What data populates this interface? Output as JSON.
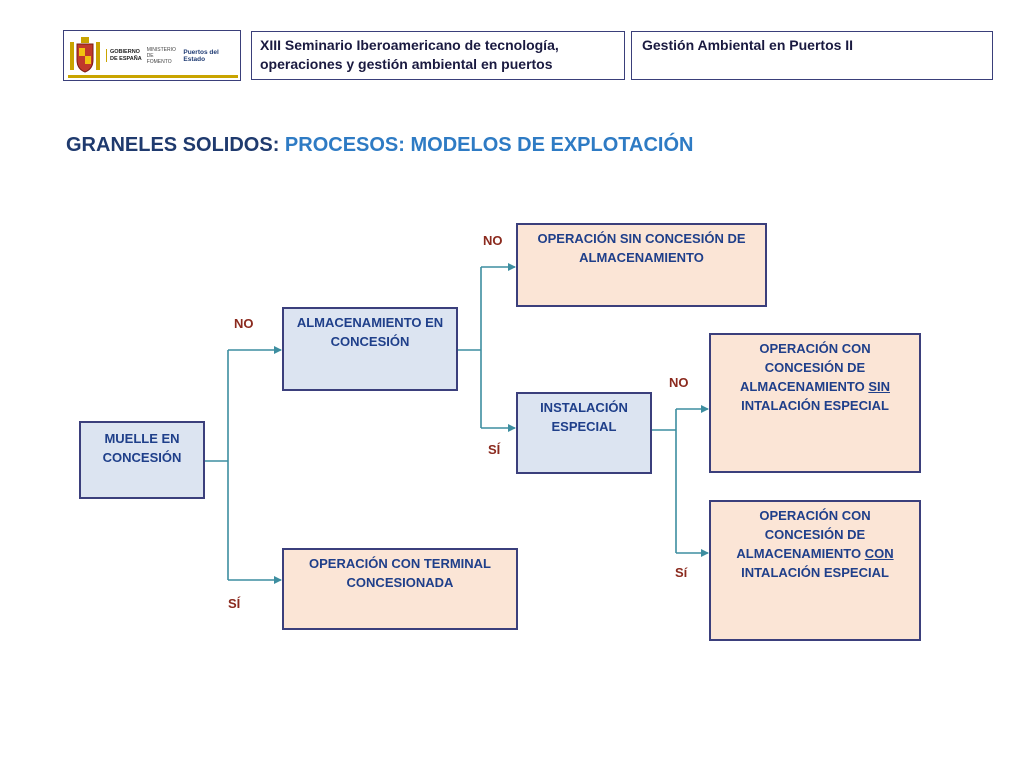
{
  "header": {
    "logo": {
      "line1": "GOBIERNO\nDE ESPAÑA",
      "line2": "MINISTERIO\nDE FOMENTO",
      "brand": "Puertos del Estado"
    },
    "seminar_title": "XIII Seminario Iberoamericano de tecnología, operaciones y gestión ambiental en puertos",
    "course_title": "Gestión Ambiental en Puertos II"
  },
  "title": {
    "part1": "GRANELES SOLIDOS:",
    "part2": " PROCESOS: MODELOS DE EXPLOTACIÓN"
  },
  "nodes": {
    "muelle": "MUELLE EN CONCESIÓN",
    "almacenamiento": "ALMACENAMIENTO EN CONCESIÓN",
    "terminal": "OPERACIÓN CON TERMINAL CONCESIONADA",
    "sin_concesion": "OPERACIÓN SIN CONCESIÓN DE ALMACENAMIENTO",
    "instalacion": "INSTALACIÓN ESPECIAL",
    "sin_instalacion": {
      "pre": "OPERACIÓN CON CONCESIÓN DE ALMACENAMIENTO ",
      "emph": "SIN",
      "post": " INTALACIÓN ESPECIAL"
    },
    "con_instalacion": {
      "pre": "OPERACIÓN CON CONCESIÓN DE ALMACENAMIENTO ",
      "emph": "CON",
      "post": " INTALACIÓN ESPECIAL"
    }
  },
  "labels": {
    "no_1": "NO",
    "si_1": "SÍ",
    "no_2": "NO",
    "si_2": "SÍ",
    "no_3": "NO",
    "si_3": "Sí"
  },
  "colors": {
    "edge": "#3d8ea0",
    "node_blue": "#dce4f1",
    "node_peach": "#fbe5d6",
    "label": "#8b2a1e"
  }
}
